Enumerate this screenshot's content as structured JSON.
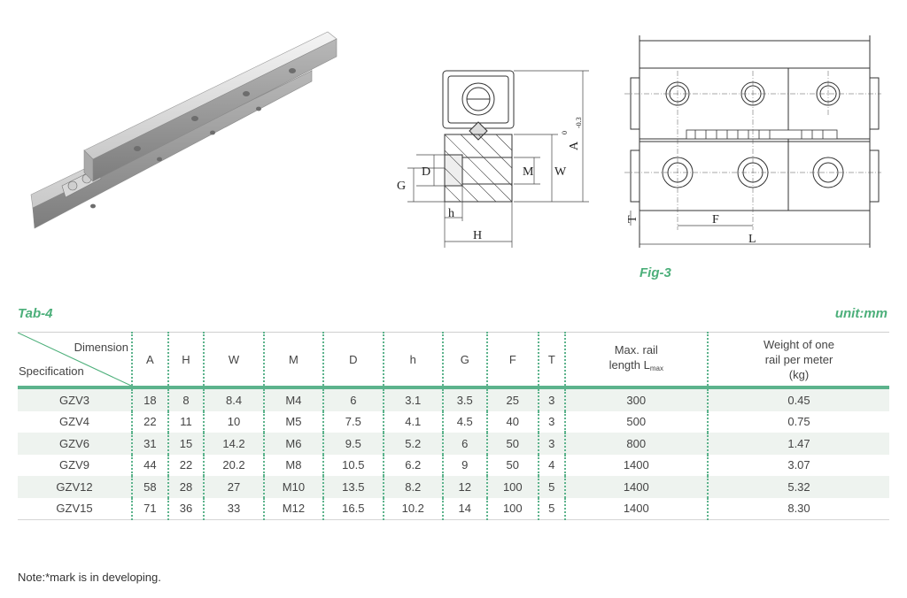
{
  "figure": {
    "label": "Fig-3"
  },
  "drawing_labels": {
    "A": "A",
    "A_tol_upper": "0",
    "A_tol_lower": "-0.3",
    "D": "D",
    "G": "G",
    "M": "M",
    "W": "W",
    "h": "h",
    "H": "H",
    "T": "T",
    "F": "F",
    "L": "L"
  },
  "table": {
    "label": "Tab-4",
    "unit": "unit:mm",
    "header": {
      "corner_top": "Dimension",
      "corner_bottom": "Specification",
      "columns": [
        "A",
        "H",
        "W",
        "M",
        "D",
        "h",
        "G",
        "F",
        "T"
      ],
      "max_rail_line1": "Max. rail",
      "max_rail_line2": "length L",
      "max_rail_sub": "max",
      "weight_line1": "Weight of one",
      "weight_line2": "rail per meter",
      "weight_line3": "(kg)"
    },
    "rows": [
      [
        "GZV3",
        "18",
        "8",
        "8.4",
        "M4",
        "6",
        "3.1",
        "3.5",
        "25",
        "3",
        "300",
        "0.45"
      ],
      [
        "GZV4",
        "22",
        "11",
        "10",
        "M5",
        "7.5",
        "4.1",
        "4.5",
        "40",
        "3",
        "500",
        "0.75"
      ],
      [
        "GZV6",
        "31",
        "15",
        "14.2",
        "M6",
        "9.5",
        "5.2",
        "6",
        "50",
        "3",
        "800",
        "1.47"
      ],
      [
        "GZV9",
        "44",
        "22",
        "20.2",
        "M8",
        "10.5",
        "6.2",
        "9",
        "50",
        "4",
        "1400",
        "3.07"
      ],
      [
        "GZV12",
        "58",
        "28",
        "27",
        "M10",
        "13.5",
        "8.2",
        "12",
        "100",
        "5",
        "1400",
        "5.32"
      ],
      [
        "GZV15",
        "71",
        "36",
        "33",
        "M12",
        "16.5",
        "10.2",
        "14",
        "100",
        "5",
        "1400",
        "8.30"
      ]
    ]
  },
  "note": "Note:*mark is in developing.",
  "colors": {
    "accent": "#4caf7a",
    "rule": "#5cb38c",
    "row_tint": "#eef3ef"
  }
}
